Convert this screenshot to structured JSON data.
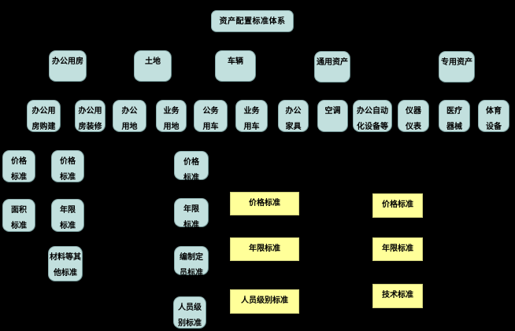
{
  "colors": {
    "background": "#000000",
    "node_fill": "#c2e0de",
    "node_border": "#8fb0b0",
    "highlight_fill": "#ffff99",
    "text": "#000000"
  },
  "diagram": {
    "root": "资产配置标准体系",
    "categories": [
      "办公用房",
      "土地",
      "车辆",
      "通用资产",
      "专用资产"
    ],
    "subcategories": [
      "办公用\n房购建",
      "办公用\n房装修",
      "办公\n用地",
      "业务\n用地",
      "公务\n用车",
      "业务\n用车",
      "办公\n家具",
      "空调",
      "办公自动\n化设备等",
      "仪器\n仪表",
      "医疗\n器械",
      "体育\n设备"
    ],
    "standards": [
      "价格\n标准",
      "价格\n标准",
      "面积\n标准",
      "年限\n标准",
      "材料等其\n他标准",
      "价格\n标准",
      "年限\n标准",
      "编制定\n员标准",
      "人员级\n别标准"
    ],
    "highlights": [
      "价格标准",
      "年限标准",
      "人员级别标准",
      "价格标准",
      "年限标准",
      "技术标准"
    ]
  }
}
